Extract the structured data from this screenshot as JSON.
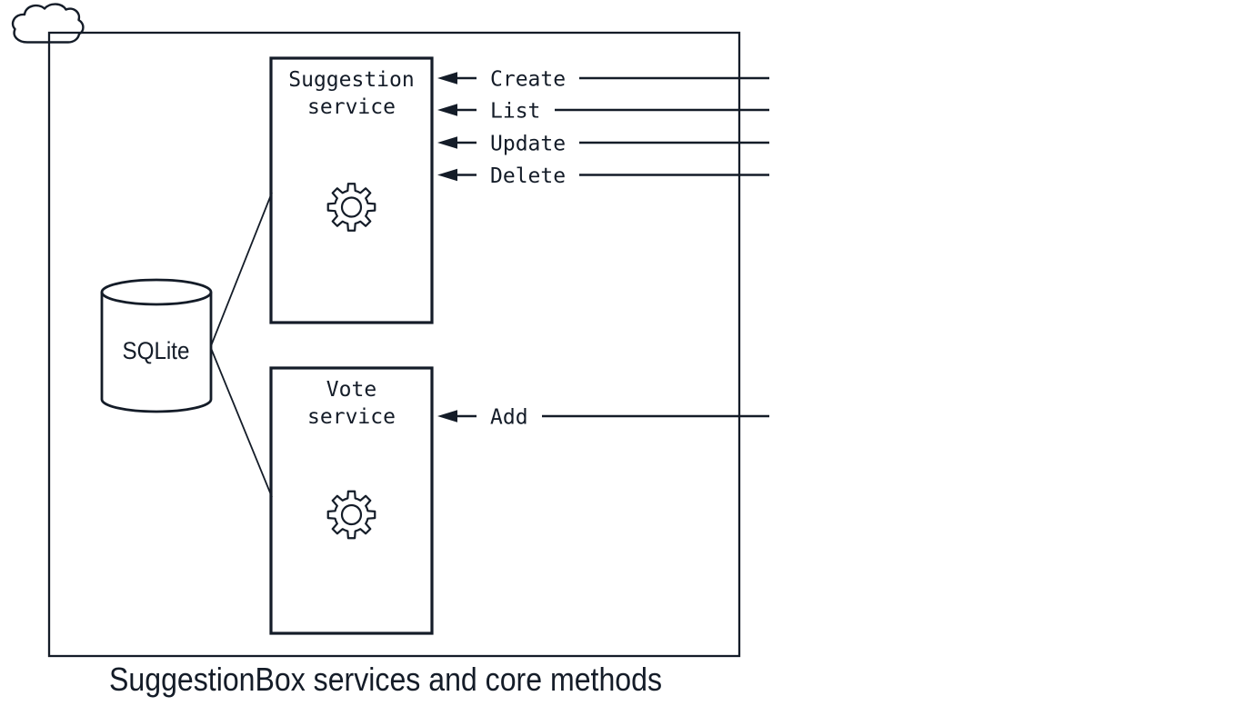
{
  "title": "SuggestionBox services and core methods",
  "database": {
    "label": "SQLite",
    "shape": "cylinder"
  },
  "services": [
    {
      "name": "Suggestion service",
      "line1": "Suggestion",
      "line2": "service",
      "icon": "gear-icon",
      "methods": [
        "Create",
        "List",
        "Update",
        "Delete"
      ]
    },
    {
      "name": "Vote service",
      "line1": "Vote",
      "line2": "service",
      "icon": "gear-icon",
      "methods": [
        "Add"
      ]
    }
  ],
  "boundary": {
    "icon": "cloud-icon"
  },
  "colors": {
    "ink": "#141c28",
    "background": "#ffffff"
  }
}
